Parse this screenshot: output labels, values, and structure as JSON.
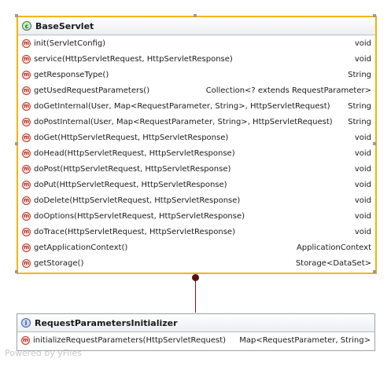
{
  "base_servlet": {
    "name": "BaseServlet",
    "methods": [
      {
        "signature": "init(ServletConfig)",
        "return": "void"
      },
      {
        "signature": "service(HttpServletRequest, HttpServletResponse)",
        "return": "void"
      },
      {
        "signature": "getResponseType()",
        "return": "String"
      },
      {
        "signature": "getUsedRequestParameters()",
        "return": "Collection<? extends RequestParameter>"
      },
      {
        "signature": "doGetInternal(User, Map<RequestParameter, String>, HttpServletRequest)",
        "return": "String"
      },
      {
        "signature": "doPostInternal(User, Map<RequestParameter, String>, HttpServletRequest)",
        "return": "String"
      },
      {
        "signature": "doGet(HttpServletRequest, HttpServletResponse)",
        "return": "void"
      },
      {
        "signature": "doHead(HttpServletRequest, HttpServletResponse)",
        "return": "void"
      },
      {
        "signature": "doPost(HttpServletRequest, HttpServletResponse)",
        "return": "void"
      },
      {
        "signature": "doPut(HttpServletRequest, HttpServletResponse)",
        "return": "void"
      },
      {
        "signature": "doDelete(HttpServletRequest, HttpServletResponse)",
        "return": "void"
      },
      {
        "signature": "doOptions(HttpServletRequest, HttpServletResponse)",
        "return": "void"
      },
      {
        "signature": "doTrace(HttpServletRequest, HttpServletResponse)",
        "return": "void"
      },
      {
        "signature": "getApplicationContext()",
        "return": "ApplicationContext"
      },
      {
        "signature": "getStorage()",
        "return": "Storage<DataSet>"
      }
    ]
  },
  "initializer": {
    "name": "RequestParametersInitializer",
    "methods": [
      {
        "signature": "initializeRequestParameters(HttpServletRequest)",
        "return": "Map<RequestParameter, String>"
      }
    ]
  },
  "watermark": "Powered by yFiles",
  "icons": {
    "class": "class-icon",
    "interface": "interface-icon",
    "method": "method-icon"
  },
  "colors": {
    "selection_border": "#f5b400",
    "connector": "#7a1a1a"
  }
}
